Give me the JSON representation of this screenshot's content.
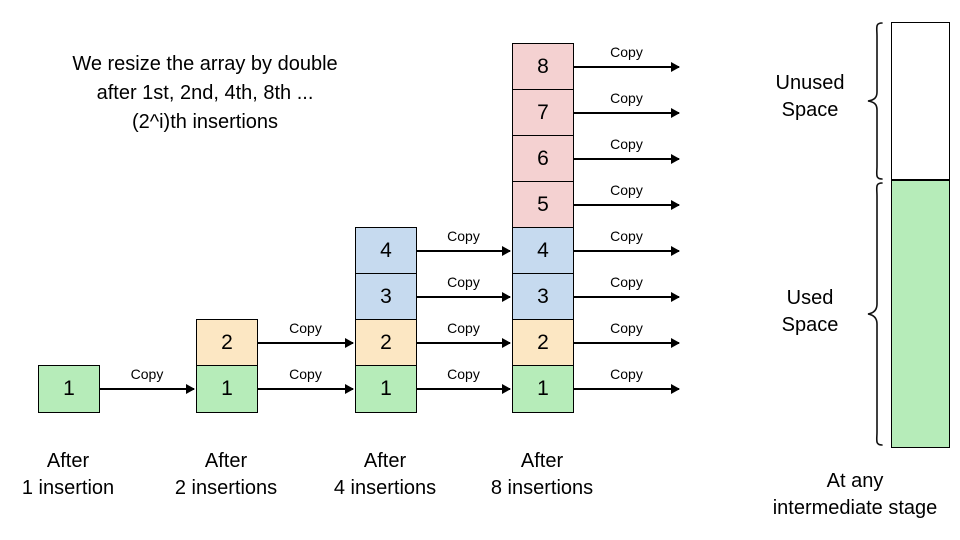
{
  "title": {
    "line1": "We resize the array by double",
    "line2": "after 1st, 2nd, 4th, 8th ...",
    "line3": "(2^i)th insertions"
  },
  "colors": {
    "green": "#b6ecb9",
    "yellow": "#fce7c3",
    "blue": "#c6daef",
    "pink": "#f4d1d1",
    "white": "#ffffff",
    "stroke": "#000000"
  },
  "copy_label": "Copy",
  "stages": [
    {
      "id": "stage-1",
      "caption_line1": "After",
      "caption_line2": "1 insertion",
      "cells": [
        {
          "value": "1",
          "color": "green"
        }
      ]
    },
    {
      "id": "stage-2",
      "caption_line1": "After",
      "caption_line2": "2 insertions",
      "cells": [
        {
          "value": "2",
          "color": "yellow"
        },
        {
          "value": "1",
          "color": "green"
        }
      ]
    },
    {
      "id": "stage-3",
      "caption_line1": "After",
      "caption_line2": "4 insertions",
      "cells": [
        {
          "value": "4",
          "color": "blue"
        },
        {
          "value": "3",
          "color": "blue"
        },
        {
          "value": "2",
          "color": "yellow"
        },
        {
          "value": "1",
          "color": "green"
        }
      ]
    },
    {
      "id": "stage-4",
      "caption_line1": "After",
      "caption_line2": "8 insertions",
      "cells": [
        {
          "value": "8",
          "color": "pink"
        },
        {
          "value": "7",
          "color": "pink"
        },
        {
          "value": "6",
          "color": "pink"
        },
        {
          "value": "5",
          "color": "pink"
        },
        {
          "value": "4",
          "color": "blue"
        },
        {
          "value": "3",
          "color": "blue"
        },
        {
          "value": "2",
          "color": "yellow"
        },
        {
          "value": "1",
          "color": "green"
        }
      ]
    }
  ],
  "arrow_groups": {
    "stage1_to_stage2": 1,
    "stage2_to_stage3": 2,
    "stage3_to_stage4": 4,
    "stage4_out": 8
  },
  "memory": {
    "unused_label_line1": "Unused",
    "unused_label_line2": "Space",
    "used_label_line1": "Used",
    "used_label_line2": "Space",
    "caption_line1": "At any",
    "caption_line2": "intermediate stage"
  }
}
